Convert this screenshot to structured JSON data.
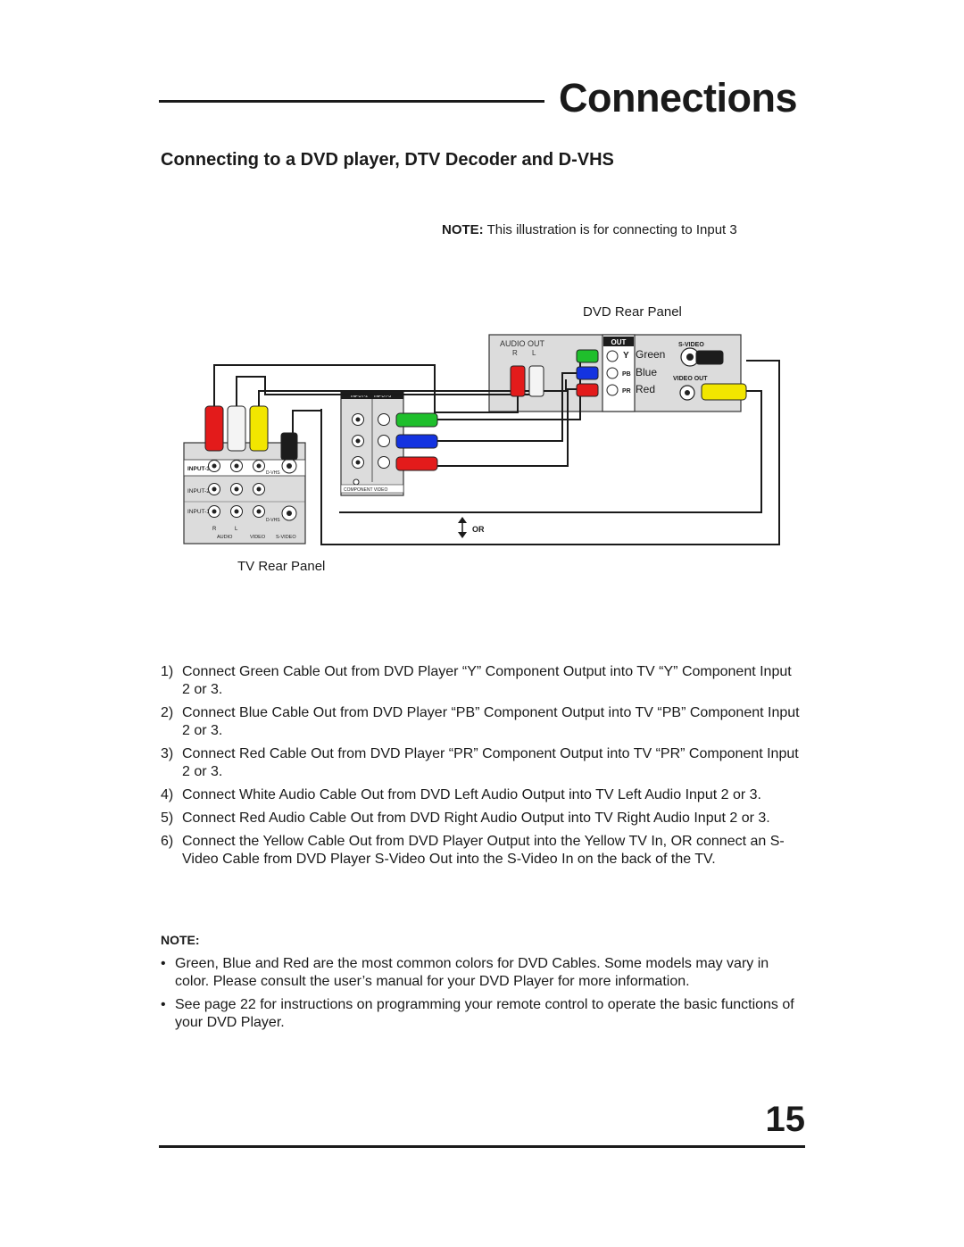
{
  "header": {
    "title": "Connections",
    "subtitle": "Connecting to a DVD player, DTV Decoder and D-VHS"
  },
  "illustration_note": {
    "label": "NOTE:",
    "text": "This illustration is for connecting to Input 3"
  },
  "diagram": {
    "dvd_panel_title": "DVD Rear Panel",
    "tv_panel_title": "TV Rear Panel",
    "dvd_labels": {
      "audio_out": "AUDIO OUT",
      "r": "R",
      "l": "L",
      "out": "OUT",
      "y": "Y",
      "pb": "PB",
      "pr": "PR",
      "green": "Green",
      "blue": "Blue",
      "red": "Red",
      "s_video": "S-VIDEO",
      "video_out": "VIDEO OUT"
    },
    "tv_labels": {
      "input3": "INPUT-3",
      "input2": "INPUT-2",
      "input1": "INPUT-1",
      "r": "R",
      "l": "L",
      "audio": "AUDIO",
      "video": "VIDEO",
      "s_video": "S-VIDEO",
      "dvhs": "D-VHS",
      "component_video": "COMPONENT VIDEO",
      "or": "OR"
    },
    "colors": {
      "green": "#1fbf2c",
      "blue": "#1433e0",
      "red": "#e31b1b",
      "yellow": "#f2e600",
      "white": "#f4f4f4",
      "black": "#1c1c1c"
    }
  },
  "steps": [
    {
      "num": "1)",
      "text": "Connect Green Cable Out from DVD Player “Y” Component Output into TV “Y” Component Input 2 or 3."
    },
    {
      "num": "2)",
      "text": "Connect Blue Cable Out from DVD Player “PB” Component Output into TV “PB” Component Input 2 or 3."
    },
    {
      "num": "3)",
      "text": "Connect Red Cable Out from DVD Player “PR” Component Output into TV “PR” Component Input 2 or 3."
    },
    {
      "num": "4)",
      "text": "Connect White Audio Cable Out from DVD Left Audio Output into TV Left Audio Input 2 or 3."
    },
    {
      "num": "5)",
      "text": "Connect Red Audio Cable Out from DVD Right Audio Output into TV Right Audio Input 2 or 3."
    },
    {
      "num": "6)",
      "text": "Connect the Yellow Cable Out from DVD Player Output into the Yellow TV In, OR connect an S-Video Cable from DVD Player S-Video Out into the S-Video In on the back of the TV."
    }
  ],
  "note": {
    "heading": "NOTE:",
    "bullets": [
      {
        "mark": "•",
        "text": "Green, Blue and Red are the most common colors for DVD Cables.  Some models may vary in color.  Please consult the user’s manual for your DVD Player for more information."
      },
      {
        "mark": "•",
        "text": "See page 22 for instructions on programming your remote control to operate the basic functions of your DVD Player."
      }
    ]
  },
  "page_number": "15"
}
